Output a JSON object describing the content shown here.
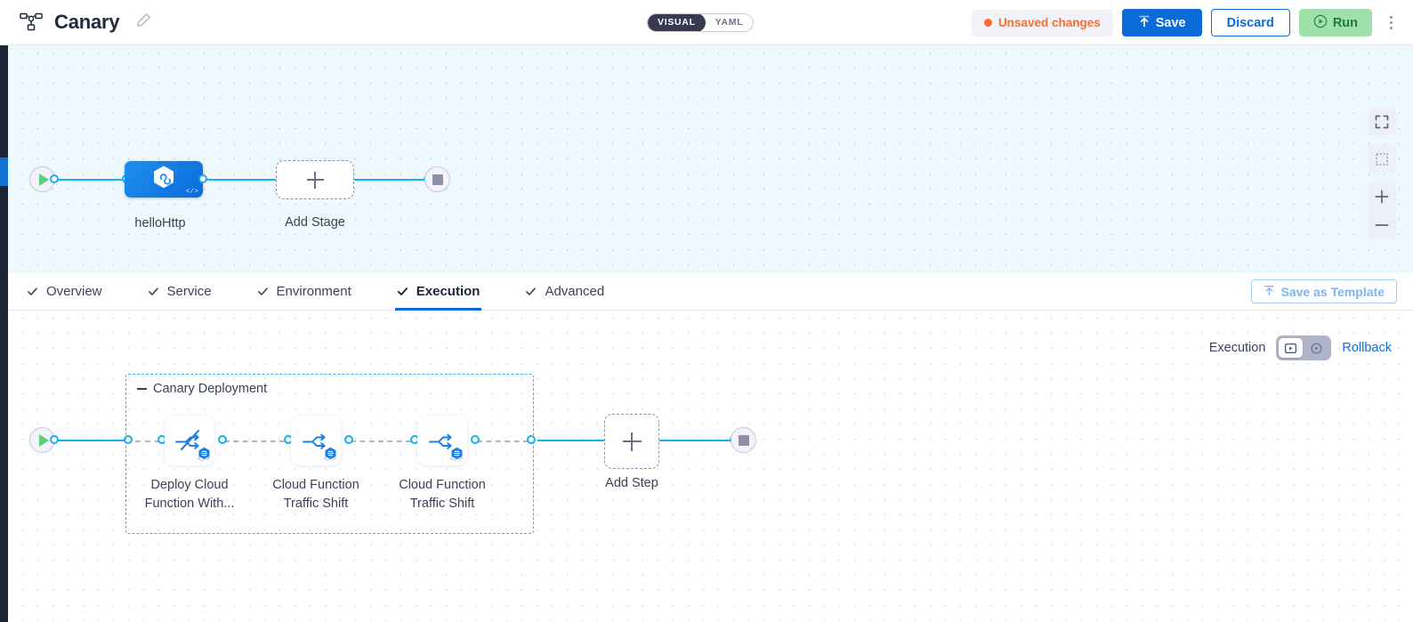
{
  "header": {
    "pipeline_icon": "pipeline-nodes-icon",
    "title": "Canary",
    "edit_icon": "pencil-icon",
    "mode_toggle": {
      "visual_label": "VISUAL",
      "yaml_label": "YAML",
      "selected": "VISUAL"
    },
    "unsaved_label": "Unsaved changes",
    "unsaved_color": "#ff6b2c",
    "save_label": "Save",
    "save_icon": "upload-icon",
    "discard_label": "Discard",
    "run_label": "Run",
    "run_icon": "play-circle-icon",
    "menu_icon": "kebab-menu-icon",
    "accent_color": "#0b6bd8",
    "run_color": "#9fe0ab"
  },
  "canvas_top": {
    "start_node": "start-play-node",
    "end_node": "end-stop-node",
    "stage": {
      "label": "helloHttp",
      "icon": "hexagon-link-icon",
      "code_badge": "</>"
    },
    "add_stage": {
      "label": "Add Stage",
      "icon": "plus-icon"
    },
    "controls": [
      {
        "name": "fullscreen-button",
        "icon": "fullscreen-icon"
      },
      {
        "name": "fit-to-screen-button",
        "icon": "fit-screen-icon"
      },
      {
        "name": "zoom-in-button",
        "icon": "plus-icon"
      },
      {
        "name": "zoom-out-button",
        "icon": "minus-icon"
      }
    ]
  },
  "tabs": {
    "items": [
      {
        "label": "Overview",
        "active": false,
        "check": true
      },
      {
        "label": "Service",
        "active": false,
        "check": true
      },
      {
        "label": "Environment",
        "active": false,
        "check": true
      },
      {
        "label": "Execution",
        "active": true,
        "check": true
      },
      {
        "label": "Advanced",
        "active": false,
        "check": true
      }
    ],
    "save_template_label": "Save as Template",
    "save_template_icon": "upload-icon"
  },
  "execution_bar": {
    "label": "Execution",
    "toggle": [
      {
        "name": "execution-view-toggle",
        "icon": "play-square-icon",
        "selected": true
      },
      {
        "name": "rollback-view-toggle",
        "icon": "rollback-circle-icon",
        "selected": false
      }
    ],
    "rollback_label": "Rollback",
    "link_color": "#1172d0"
  },
  "canvas_bottom": {
    "start_node": "start-play-node",
    "end_node": "end-stop-node",
    "group": {
      "title": "Canary Deployment",
      "collapse_icon": "collapse-dash-icon",
      "border_color": "#2cb6ee"
    },
    "steps": [
      {
        "label_line1": "Deploy Cloud",
        "label_line2": "Function With...",
        "icon": "deploy-traffic-slash-icon",
        "badge": "hexagon-badge-icon",
        "code_badge": "</>"
      },
      {
        "label_line1": "Cloud Function",
        "label_line2": "Traffic Shift",
        "icon": "traffic-split-icon",
        "badge": "hexagon-badge-icon",
        "code_badge": "</>"
      },
      {
        "label_line1": "Cloud Function",
        "label_line2": "Traffic Shift",
        "icon": "traffic-split-icon",
        "badge": "hexagon-badge-icon",
        "code_badge": "</>"
      }
    ],
    "add_step": {
      "label": "Add Step",
      "icon": "plus-icon"
    }
  }
}
